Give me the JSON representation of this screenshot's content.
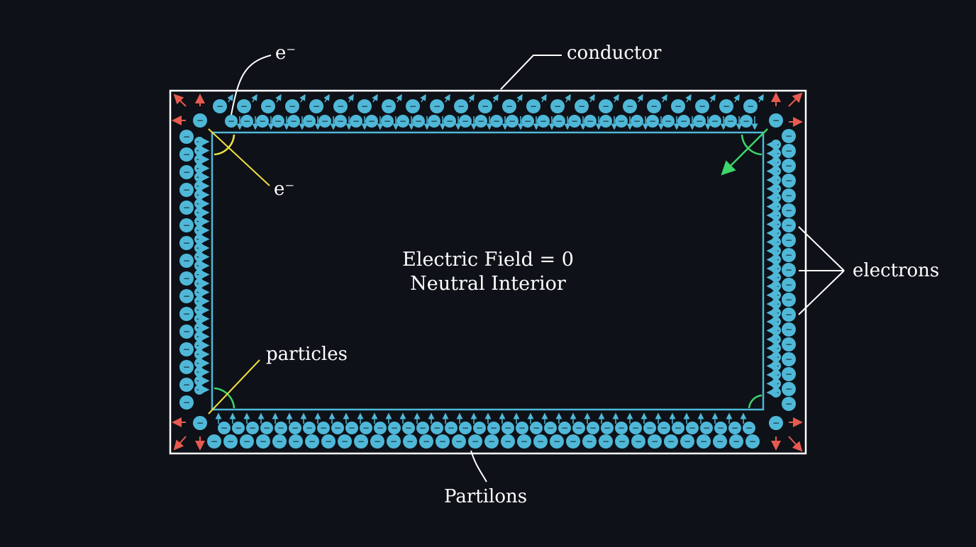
{
  "diagram": {
    "labels": {
      "conductor": "conductor",
      "electron_top": "e⁻",
      "electron_corner": "e⁻",
      "electrons": "electrons",
      "particles": "particles",
      "partilons": "Partilons"
    },
    "center": {
      "line1": "Electric Field = 0",
      "line2": "Neutral Interior"
    },
    "electron_symbol": "−",
    "colors": {
      "background": "#0e1117",
      "outer_border": "#ffffff",
      "inner_border": "#4fb8d8",
      "electron": "#4fb8d8",
      "arrow": "#4fb8d8",
      "corner_arrow": "#e85a4f",
      "corner_arc_yellow": "#f0e040",
      "corner_arc_green": "#3dd66a",
      "label_text": "#ffffff"
    },
    "icons": {
      "electron": "electron-circle-icon",
      "field_arrow": "arrow-icon"
    }
  }
}
